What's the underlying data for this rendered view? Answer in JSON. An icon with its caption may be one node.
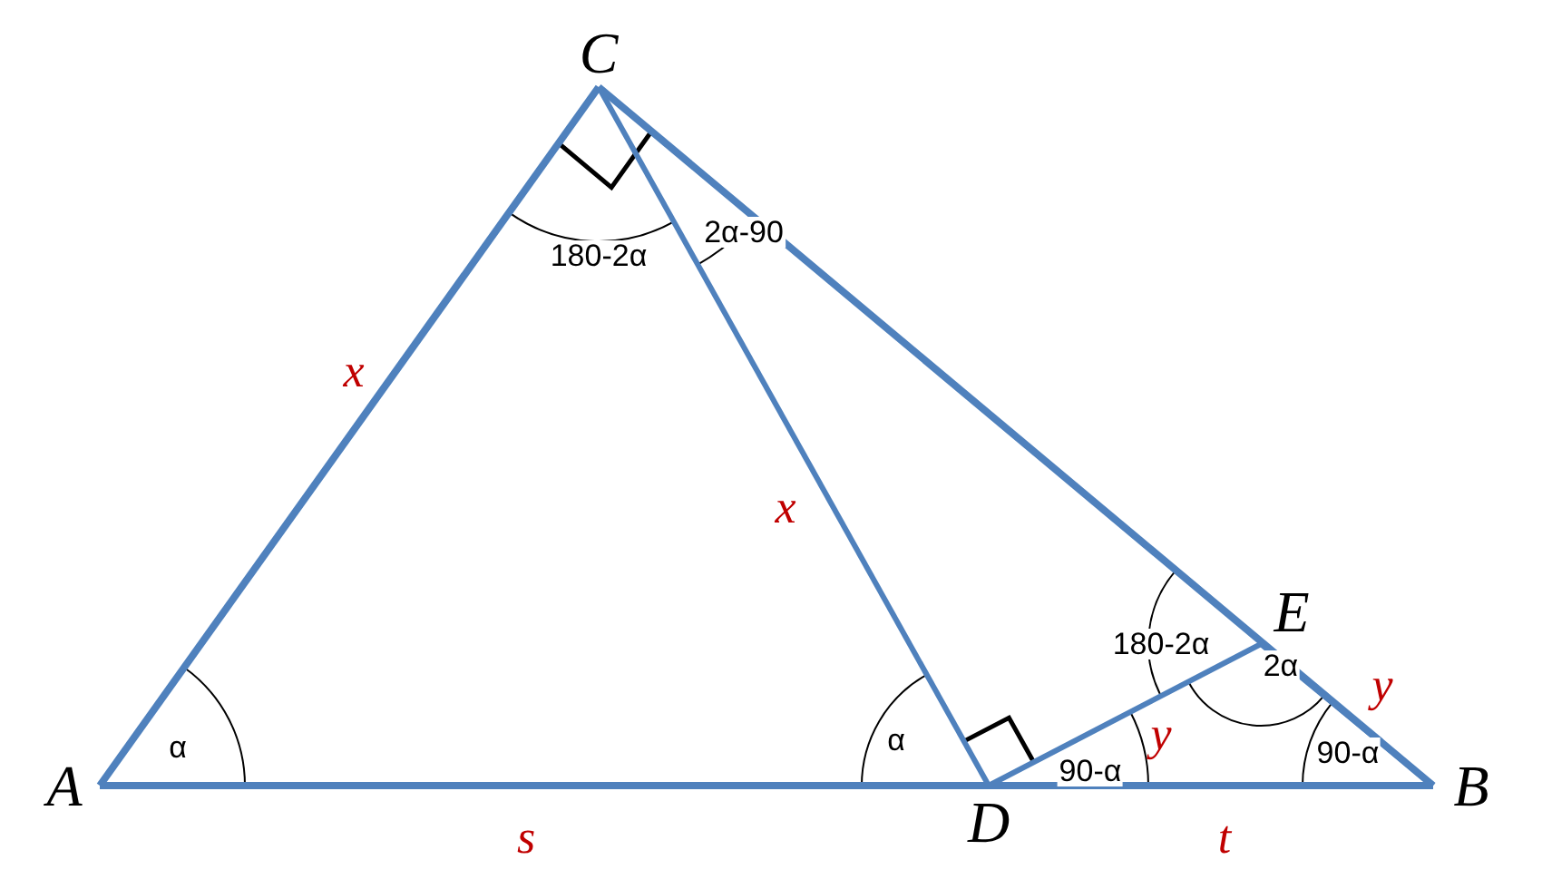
{
  "diagram": {
    "nodes": [
      {
        "text": [
          "C"
        ]
      },
      {
        "text": [
          "E"
        ]
      },
      {
        "text": [
          "A"
        ]
      },
      {
        "text": [
          "D"
        ]
      },
      {
        "text": [
          "B"
        ]
      }
    ],
    "edges": [
      {
        "from": 2,
        "to": 0,
        "arrow": "none",
        "label": "x"
      },
      {
        "from": 0,
        "to": 4,
        "arrow": "none"
      },
      {
        "from": 0,
        "to": 3,
        "arrow": "none",
        "label": "x"
      },
      {
        "from": 3,
        "to": 1,
        "arrow": "none",
        "label": "y"
      },
      {
        "from": 1,
        "to": 4,
        "arrow": "none",
        "label": "y"
      },
      {
        "from": 2,
        "to": 3,
        "arrow": "none",
        "label": "s"
      },
      {
        "from": 3,
        "to": 4,
        "arrow": "none",
        "label": "t"
      }
    ],
    "labels": [
      "180-2α",
      "2α-90",
      "180-2α",
      "2α",
      "α",
      "α",
      "90-α",
      "90-α"
    ]
  }
}
